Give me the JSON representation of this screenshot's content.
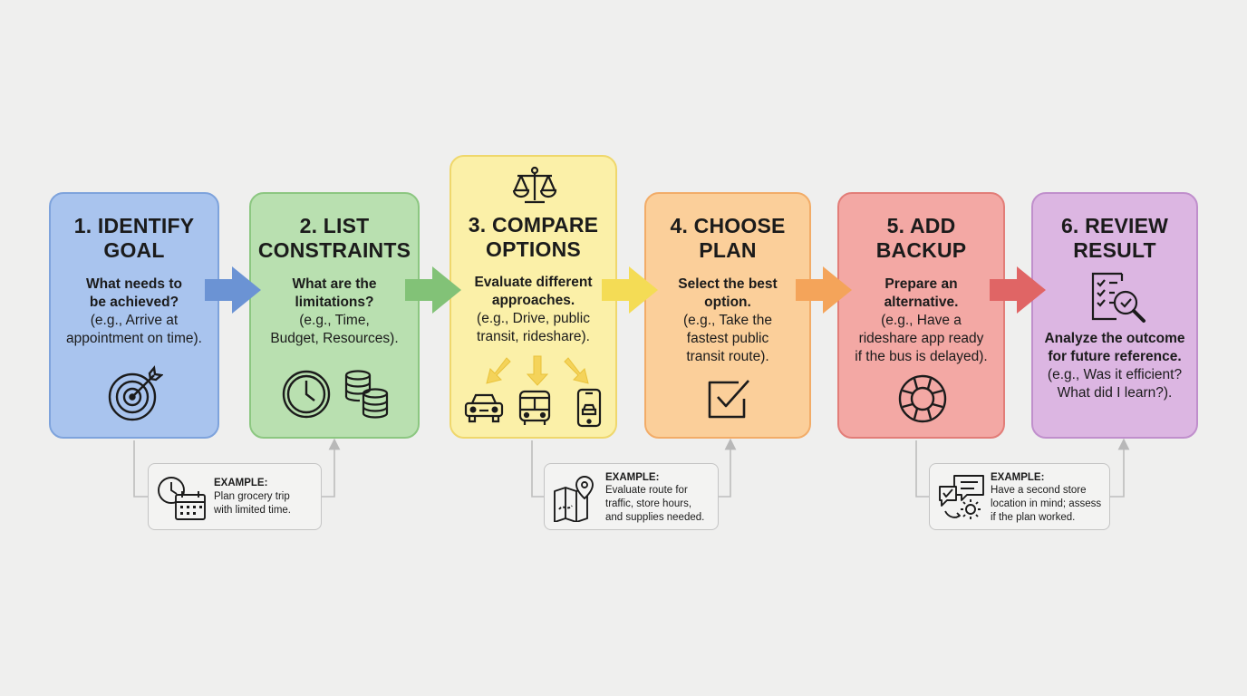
{
  "steps": [
    {
      "title": "1. IDENTIFY\nGOAL",
      "question": "What needs to\nbe achieved?",
      "example": "(e.g., Arrive at\nappointment on time).",
      "icon": "target-icon",
      "color": "#a9c4ee"
    },
    {
      "title": "2. LIST\nCONSTRAINTS",
      "question": "What are the\nlimitations?",
      "example": "(e.g., Time,\nBudget, Resources).",
      "icon": "clock-and-coins-icon",
      "color": "#b9e0b0"
    },
    {
      "title": "3. COMPARE\nOPTIONS",
      "question": "Evaluate different\napproaches.",
      "example": "(e.g., Drive, public\ntransit, rideshare).",
      "icon": "balance-scale-icon",
      "color": "#fbf0a8"
    },
    {
      "title": "4. CHOOSE\nPLAN",
      "question": "Select the best\noption.",
      "example": "(e.g., Take the\nfastest public\ntransit route).",
      "icon": "checkbox-icon",
      "color": "#fbcf9a"
    },
    {
      "title": "5. ADD\nBACKUP",
      "question": "Prepare an\nalternative.",
      "example": "(e.g., Have a\nrideshare app ready\nif the bus is delayed).",
      "icon": "life-ring-icon",
      "color": "#f3a8a4"
    },
    {
      "title": "6. REVIEW\nRESULT",
      "question": "Analyze the outcome\nfor future reference.",
      "example": "(e.g., Was it efficient?\nWhat did I learn?).",
      "icon": "checklist-magnifier-icon",
      "color": "#dcb6e2"
    }
  ],
  "examples": [
    {
      "label": "EXAMPLE:",
      "text": "Plan grocery trip\nwith limited time.",
      "icon": "clock-calendar-icon"
    },
    {
      "label": "EXAMPLE:",
      "text": "Evaluate route for\ntraffic, store hours,\nand supplies needed.",
      "icon": "map-pin-icon"
    },
    {
      "label": "EXAMPLE:",
      "text": "Have a second store\nlocation in mind; assess\nif the plan worked.",
      "icon": "chat-gear-icon"
    }
  ]
}
